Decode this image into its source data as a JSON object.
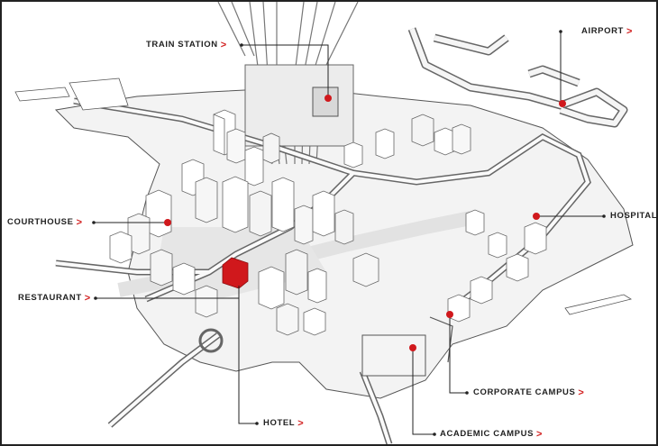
{
  "accent_color": "#d0181c",
  "line_color": "#222222",
  "locations": [
    {
      "id": "train-station",
      "label": "TRAIN STATION",
      "chevron": ">"
    },
    {
      "id": "airport",
      "label": "AIRPORT",
      "chevron": ">"
    },
    {
      "id": "courthouse",
      "label": "COURTHOUSE",
      "chevron": ">"
    },
    {
      "id": "hospital",
      "label": "HOSPITAL",
      "chevron": ""
    },
    {
      "id": "restaurant",
      "label": "RESTAURANT",
      "chevron": ">"
    },
    {
      "id": "corporate-campus",
      "label": "CORPORATE CAMPUS",
      "chevron": ">"
    },
    {
      "id": "hotel",
      "label": "HOTEL",
      "chevron": ">"
    },
    {
      "id": "academic-campus",
      "label": "ACADEMIC CAMPUS",
      "chevron": ">"
    }
  ]
}
